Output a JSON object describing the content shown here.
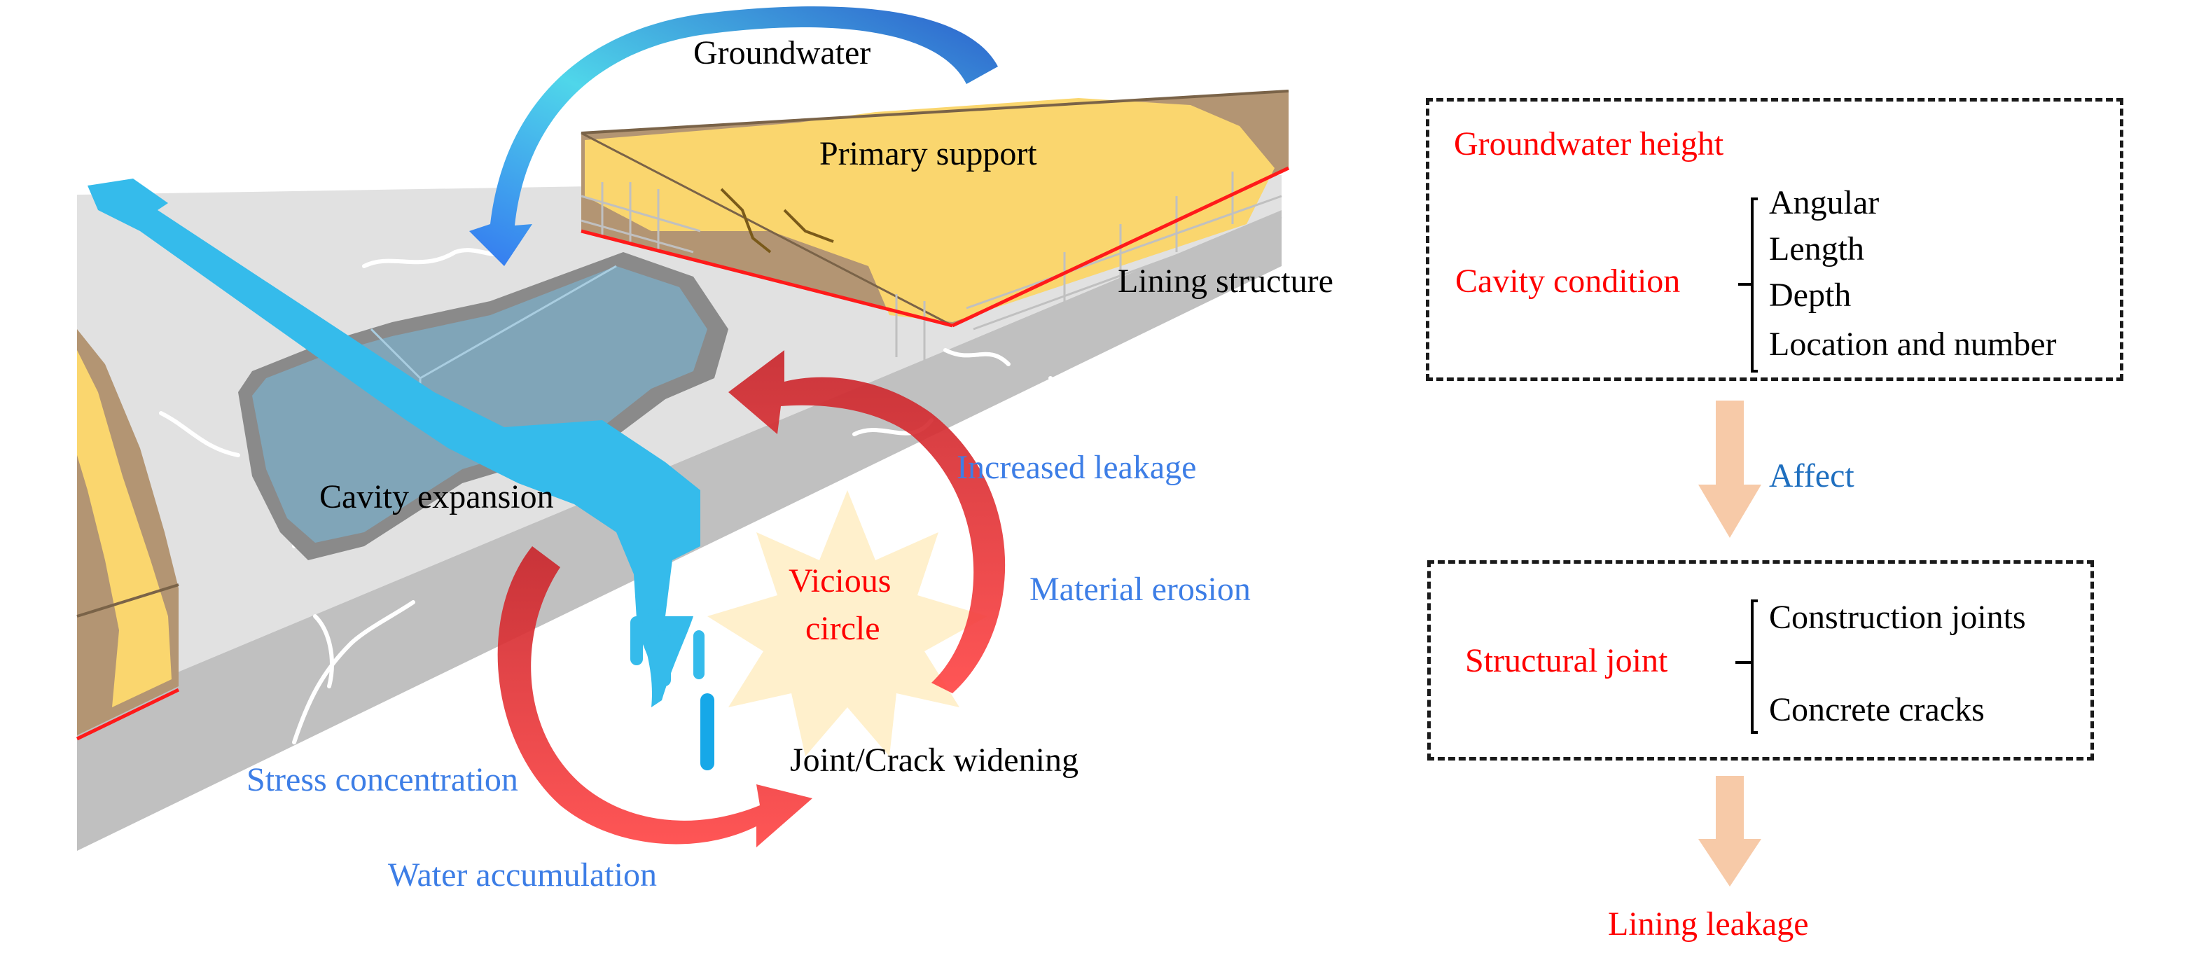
{
  "illustration": {
    "labels": {
      "groundwater": "Groundwater",
      "primary_support": "Primary support",
      "lining_structure": "Lining structure",
      "cavity_expansion": "Cavity expansion",
      "vicious_circle_line1": "Vicious",
      "vicious_circle_line2": "circle",
      "increased_leakage": "Increased leakage",
      "material_erosion": "Material erosion",
      "joint_crack_widening": "Joint/Crack widening",
      "stress_concentration": "Stress concentration",
      "water_accumulation": "Water accumulation"
    },
    "colors": {
      "water": "#35bbeb",
      "cavity": "#7fa7bb",
      "concrete_top": "#e1e1e1",
      "concrete_side": "#c0c0c0",
      "support_yellow": "#fad66e",
      "rock_brown": "#b39573",
      "red_arrow": "#e8383d",
      "star": "#fff0cc",
      "label_red": "#ff0000",
      "label_blue": "#3d7ee6"
    }
  },
  "flowchart": {
    "box1": {
      "groundwater_height": "Groundwater height",
      "cavity_condition": "Cavity condition",
      "cavity_items": [
        "Angular",
        "Length",
        "Depth",
        "Location and number"
      ]
    },
    "affect_label": "Affect",
    "box2": {
      "structural_joint": "Structural joint",
      "joint_items": [
        "Construction joints",
        "Concrete cracks"
      ]
    },
    "result": "Lining leakage",
    "colors": {
      "arrow": "#f7caa8",
      "dashed_border": "#1a1a1a",
      "affect": "#1f6fbf"
    }
  }
}
